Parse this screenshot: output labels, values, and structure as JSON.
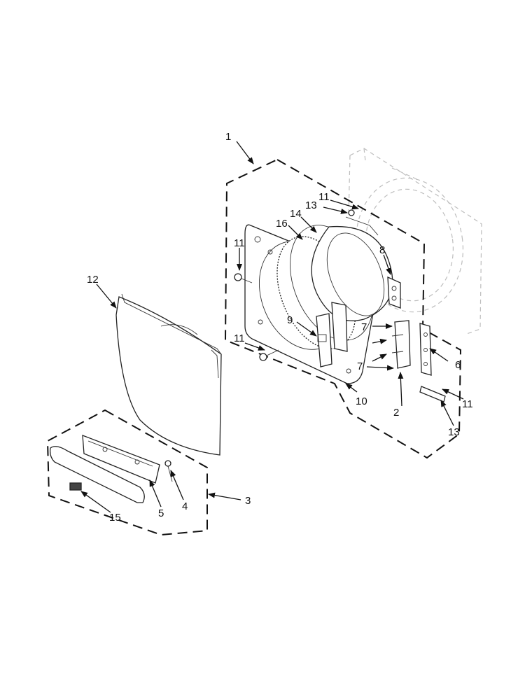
{
  "callouts": {
    "c1": "1",
    "c2": "2",
    "c3": "3",
    "c4": "4",
    "c5": "5",
    "c6": "6",
    "c7a": "7",
    "c7b": "7",
    "c8": "8",
    "c9": "9",
    "c10": "10",
    "c11a": "11",
    "c11b": "11",
    "c11c": "11",
    "c11d": "11",
    "c12": "12",
    "c13a": "13",
    "c13b": "13",
    "c14": "14",
    "c15": "15",
    "c16": "16"
  }
}
